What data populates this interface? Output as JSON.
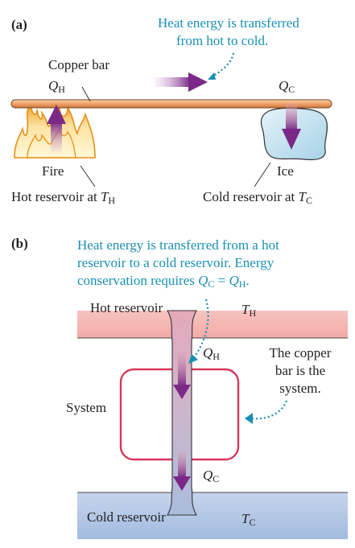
{
  "panel_a": {
    "label": "(a)",
    "caption_line1": "Heat energy is transferred",
    "caption_line2": "from hot to cold.",
    "bar_label": "Copper bar",
    "q_hot": "Q",
    "q_hot_sub": "H",
    "q_cold": "Q",
    "q_cold_sub": "C",
    "fire_label": "Fire",
    "ice_label": "Ice",
    "hot_reservoir_text": "Hot reservoir at ",
    "hot_t": "T",
    "hot_t_sub": "H",
    "cold_reservoir_text": "Cold reservoir at ",
    "cold_t": "T",
    "cold_t_sub": "C"
  },
  "panel_b": {
    "label": "(b)",
    "caption_line1": "Heat energy is transferred from a hot",
    "caption_line2": "reservoir to a cold reservoir. Energy",
    "caption_line3_pre": "conservation requires ",
    "caption_q1": "Q",
    "caption_q1_sub": "C",
    "caption_eq": " = ",
    "caption_q2": "Q",
    "caption_q2_sub": "H",
    "caption_end": ".",
    "hot_reservoir": "Hot reservoir",
    "t_hot": "T",
    "t_hot_sub": "H",
    "q_hot": "Q",
    "q_hot_sub": "H",
    "system_label": "System",
    "q_cold": "Q",
    "q_cold_sub": "C",
    "copper_note_line1": "The copper",
    "copper_note_line2": "bar is the",
    "copper_note_line3": "system.",
    "cold_reservoir": "Cold reservoir",
    "t_cold": "T",
    "t_cold_sub": "C"
  },
  "colors": {
    "caption_blue": "#1a8fb3",
    "arrow_purple": "#7a2a86",
    "system_red": "#d6385a",
    "hot_pink": "#f6b9b6",
    "cold_blue": "#aabfe0",
    "copper": "#f1a269"
  }
}
